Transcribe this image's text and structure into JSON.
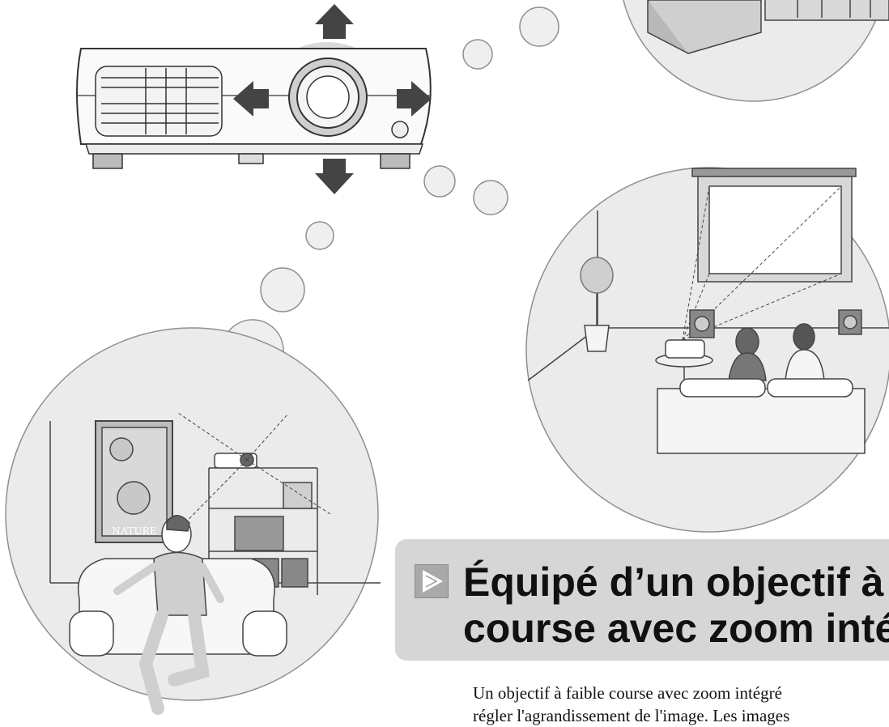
{
  "illustrations": {
    "projector": "projector-with-lens-shift-arrows",
    "room_scene": "couple-watching-projected-screen",
    "man_scene": "man-on-sofa-with-shelf-projector",
    "poster_text": "NATURE"
  },
  "heading": {
    "icon": "play-triangle-icon",
    "line1": "Équipé d’un objectif à f",
    "line2": "course avec zoom intég"
  },
  "body": {
    "line1": "Un objectif à faible course avec zoom intégré",
    "line2": "régler l'agrandissement de l'image. Les images"
  },
  "colors": {
    "bubble_fill": "#ebebeb",
    "heading_bg": "#d6d6d6",
    "arrow": "#444444"
  }
}
